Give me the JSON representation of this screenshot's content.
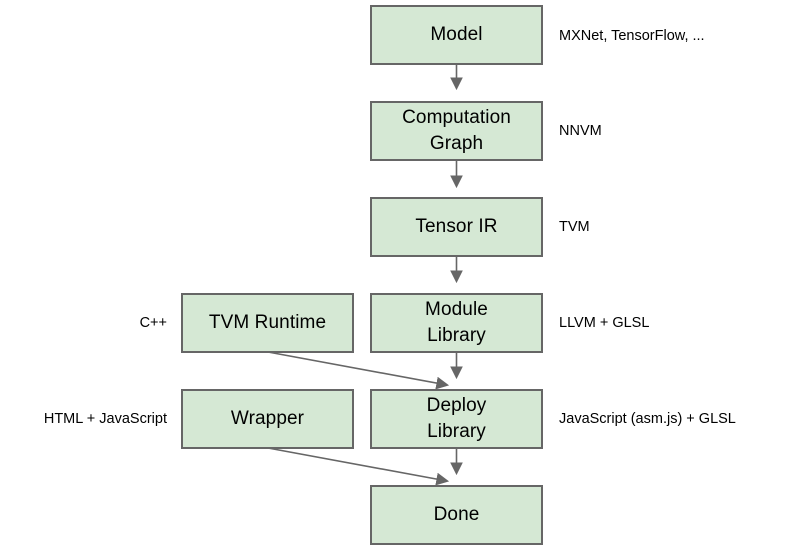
{
  "diagram": {
    "title": "TVM deployment stack flow",
    "colors": {
      "node_fill": "#d5e8d4",
      "node_border": "#666666",
      "edge": "#666666",
      "text": "#000000",
      "background": "#ffffff"
    },
    "nodes": [
      {
        "id": "model",
        "label": "Model"
      },
      {
        "id": "computation",
        "label": "Computation\nGraph"
      },
      {
        "id": "tensor-ir",
        "label": "Tensor IR"
      },
      {
        "id": "module-library",
        "label": "Module\nLibrary"
      },
      {
        "id": "deploy-library",
        "label": "Deploy\nLibrary"
      },
      {
        "id": "done",
        "label": "Done"
      },
      {
        "id": "tvm-runtime",
        "label": "TVM Runtime"
      },
      {
        "id": "wrapper",
        "label": "Wrapper"
      }
    ],
    "right_labels": [
      {
        "id": "model",
        "text": "MXNet, TensorFlow, ..."
      },
      {
        "id": "computation",
        "text": "NNVM"
      },
      {
        "id": "tensor-ir",
        "text": "TVM"
      },
      {
        "id": "module-library",
        "text": "LLVM + GLSL"
      },
      {
        "id": "deploy-library",
        "text": "JavaScript (asm.js) + GLSL"
      }
    ],
    "left_labels": [
      {
        "id": "tvm-runtime",
        "text": "C++"
      },
      {
        "id": "wrapper",
        "text": "HTML + JavaScript"
      }
    ],
    "edges": [
      {
        "from": "model",
        "to": "computation",
        "kind": "vertical"
      },
      {
        "from": "computation",
        "to": "tensor-ir",
        "kind": "vertical"
      },
      {
        "from": "tensor-ir",
        "to": "module-library",
        "kind": "vertical"
      },
      {
        "from": "module-library",
        "to": "deploy-library",
        "kind": "vertical"
      },
      {
        "from": "deploy-library",
        "to": "done",
        "kind": "vertical"
      },
      {
        "from": "tvm-runtime",
        "to": "deploy-library",
        "kind": "diagonal"
      },
      {
        "from": "wrapper",
        "to": "done",
        "kind": "diagonal"
      }
    ]
  }
}
